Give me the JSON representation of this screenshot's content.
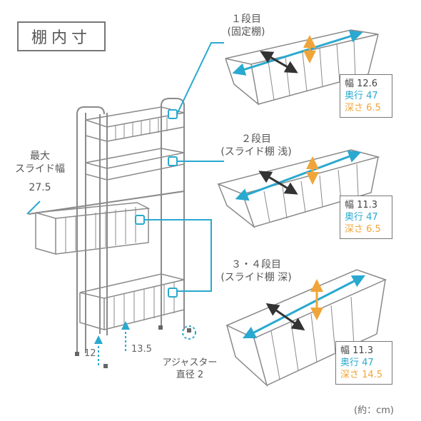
{
  "heading": "棚内寸",
  "tiers": [
    {
      "name": "１段目",
      "sub": "(固定棚)",
      "width": "幅 12.6",
      "depth": "奥行 47",
      "height": "深さ 6.5"
    },
    {
      "name": "２段目",
      "sub": "(スライド棚 浅)",
      "width": "幅 11.3",
      "depth": "奥行 47",
      "height": "深さ 6.5"
    },
    {
      "name": "３・４段目",
      "sub": "(スライド棚 深)",
      "width": "幅 11.3",
      "depth": "奥行 47",
      "height": "深さ 14.5"
    }
  ],
  "max_slide": {
    "line1": "最大",
    "line2": "スライド幅",
    "value": "27.5"
  },
  "leg_labels": {
    "gap_12": "12",
    "gap_13_5": "13.5"
  },
  "adjuster": {
    "line1": "アジャスター",
    "line2": "直径 2"
  },
  "unit_note": "(約：cm)",
  "colors": {
    "blue": "#29a9cf",
    "orange": "#f0a53a",
    "dark": "#333333",
    "steel": "#8a8a8a"
  }
}
